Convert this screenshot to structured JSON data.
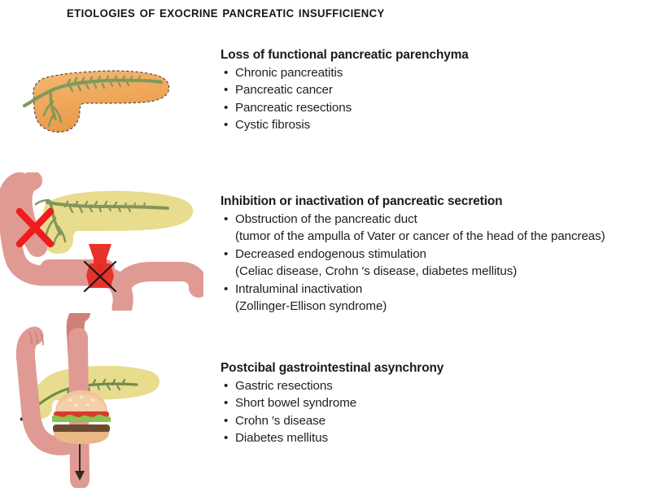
{
  "figure": {
    "title": "Etiologies of exocrine pancreatic insufficiency"
  },
  "palette": {
    "pancreas_orange": "#EFA75A",
    "pancreas_orange_dark": "#E08C3C",
    "pancreas_pale_yellow": "#E8DC8E",
    "duct_green": "#7E9A5C",
    "bowel_salmon": "#E09A94",
    "bowel_salmon_dark": "#CF8179",
    "warning_red": "#EE1C1C",
    "ampulla_red": "#E8312B",
    "arrow_black": "#2A2A22",
    "text_black": "#1A1A1A",
    "bun_tan": "#F0C59A",
    "lettuce_green": "#8CC152",
    "tomato_red": "#D93A2B",
    "patty_brown": "#6B4A2F",
    "mayo_white": "#FAF6E8"
  },
  "sections": [
    {
      "id": "loss-of-parenchyma",
      "heading": "Loss of functional pancreatic parenchyma",
      "items": [
        {
          "text": "Chronic pancreatitis",
          "sub": ""
        },
        {
          "text": "Pancreatic cancer",
          "sub": ""
        },
        {
          "text": "Pancreatic resections",
          "sub": ""
        },
        {
          "text": "Cystic fibrosis",
          "sub": ""
        }
      ],
      "illustration": "pancreas-with-duct"
    },
    {
      "id": "inhibition-or-inactivation",
      "heading": "Inhibition or inactivation of pancreatic secretion",
      "items": [
        {
          "text": "Obstruction of the pancreatic duct",
          "sub": "(tumor of the ampulla of Vater or cancer of the head of the pancreas)"
        },
        {
          "text": "Decreased endogenous stimulation",
          "sub": "(Celiac disease, Crohn ′s disease, diabetes mellitus)"
        },
        {
          "text": "Intraluminal inactivation",
          "sub": "(Zollinger-Ellison syndrome)"
        }
      ],
      "illustration": "duodenum-pancreas-blocked"
    },
    {
      "id": "postcibal-asynchrony",
      "heading": "Postcibal gastrointestinal asynchrony",
      "items": [
        {
          "text": "Gastric resections",
          "sub": ""
        },
        {
          "text": "Short bowel syndrome",
          "sub": ""
        },
        {
          "text": "Crohn ′s disease",
          "sub": ""
        },
        {
          "text": "Diabetes mellitus",
          "sub": ""
        }
      ],
      "illustration": "postgastrectomy-with-meal"
    }
  ],
  "bullet_glyph": "•"
}
